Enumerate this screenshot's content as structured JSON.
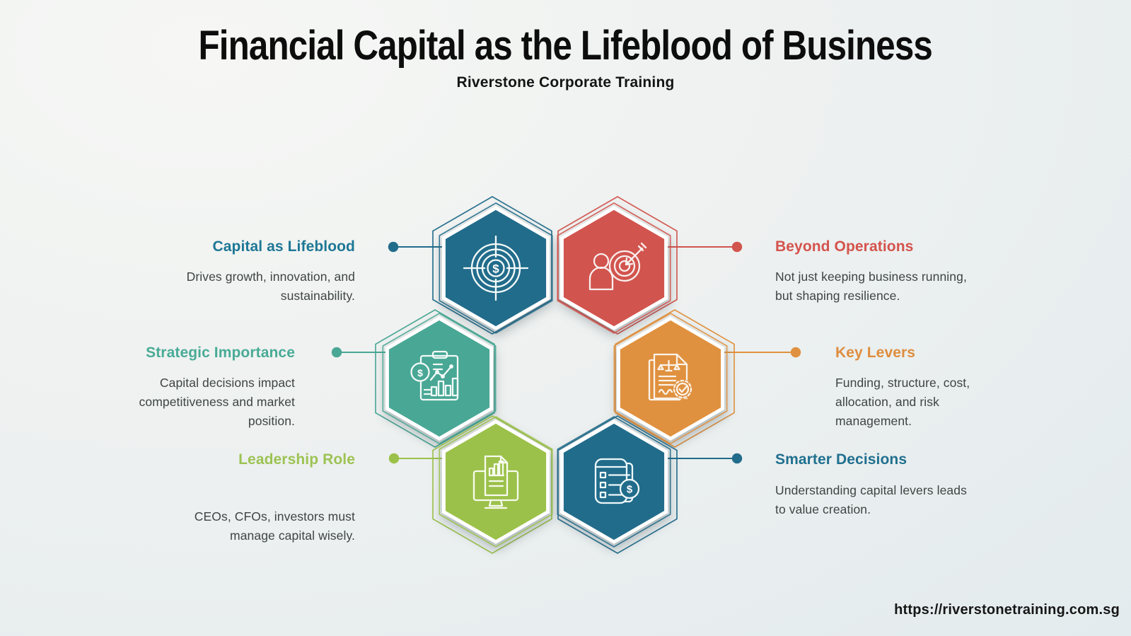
{
  "page": {
    "title": "Financial Capital as the Lifeblood of Business",
    "subtitle": "Riverstone Corporate Training",
    "url": "https://riverstonetraining.com.sg"
  },
  "icons": {
    "dollar": "$"
  },
  "items": [
    {
      "label": "Capital as Lifeblood",
      "description": "Drives growth, innovation, and sustainability.",
      "color": "#226C8B",
      "label_color": "#1E7795",
      "icon": "dollar-target"
    },
    {
      "label": "Strategic Importance",
      "description": "Capital decisions impact competitiveness and market position.",
      "color": "#49A795",
      "label_color": "#49AB96",
      "icon": "financial-report"
    },
    {
      "label": "Leadership Role",
      "description": "CEOs, CFOs, investors must manage capital wisely.",
      "color": "#9CC14A",
      "label_color": "#9CC353",
      "icon": "monitor-report"
    },
    {
      "label": "Beyond Operations",
      "description": "Not just keeping business running, but shaping resilience.",
      "color": "#D2544E",
      "label_color": "#D4534C",
      "icon": "person-target"
    },
    {
      "label": "Key Levers",
      "description": "Funding, structure, cost, allocation, and risk management.",
      "color": "#E0913F",
      "label_color": "#DE8D3E",
      "icon": "contract-compliance"
    },
    {
      "label": "Smarter Decisions",
      "description": "Understanding capital levers leads to value creation.",
      "color": "#226C8B",
      "label_color": "#20708F",
      "icon": "checklist-dollar"
    }
  ]
}
